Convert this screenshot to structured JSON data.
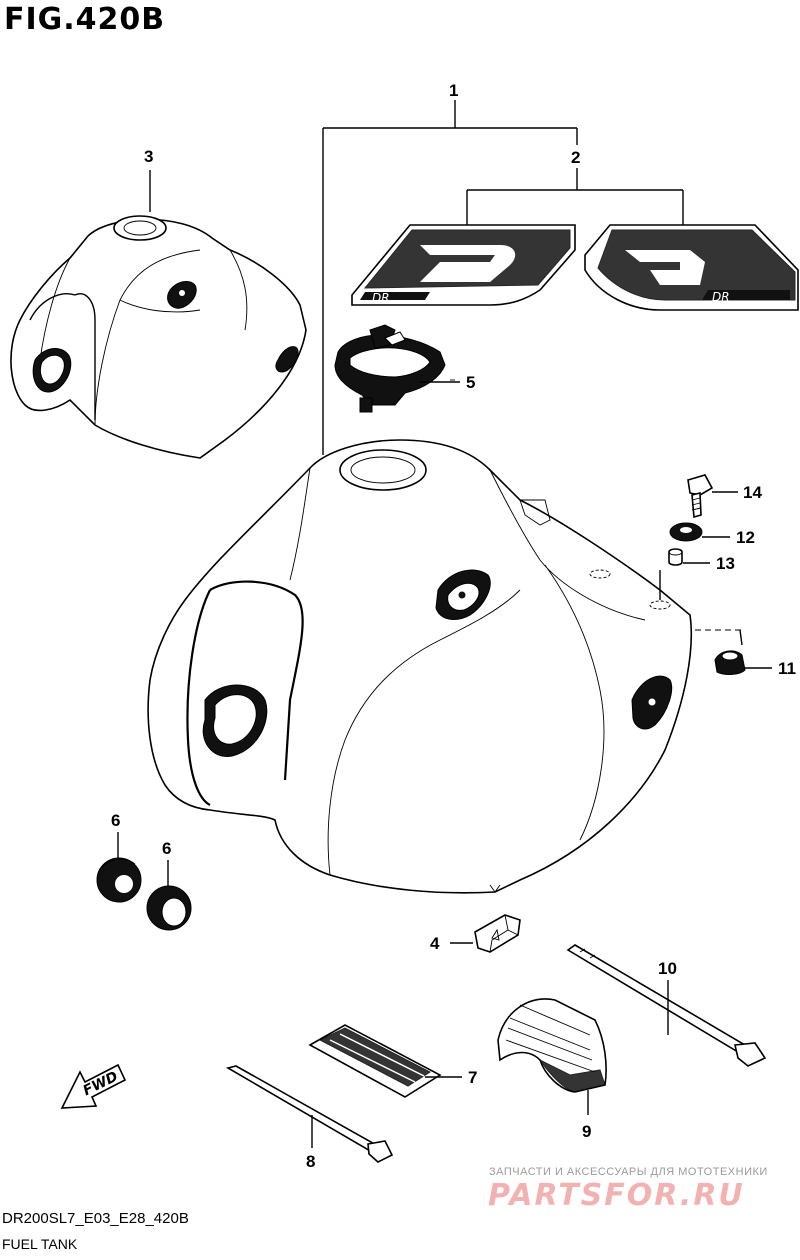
{
  "figure": {
    "title": "FIG.420B",
    "model_code": "DR200SL7_E03_E28_420B",
    "section_name": "FUEL TANK"
  },
  "callouts": {
    "c1": "1",
    "c2": "2",
    "c3": "3",
    "c4": "4",
    "c5": "5",
    "c6a": "6",
    "c6b": "6",
    "c7": "7",
    "c8": "8",
    "c9": "9",
    "c10": "10",
    "c11": "11",
    "c12": "12",
    "c13": "13",
    "c14": "14"
  },
  "decal_text": {
    "left": "DR",
    "right": "DR"
  },
  "fwd_arrow_label": "FWD",
  "watermark": {
    "tagline": "ЗАПЧАСТИ И АКСЕССУАРЫ ДЛЯ МОТОТЕХНИКИ",
    "logo": "PARTSFOR.RU"
  },
  "colors": {
    "line": "#000000",
    "background": "#ffffff",
    "watermark_logo": "#f0a0a0"
  }
}
